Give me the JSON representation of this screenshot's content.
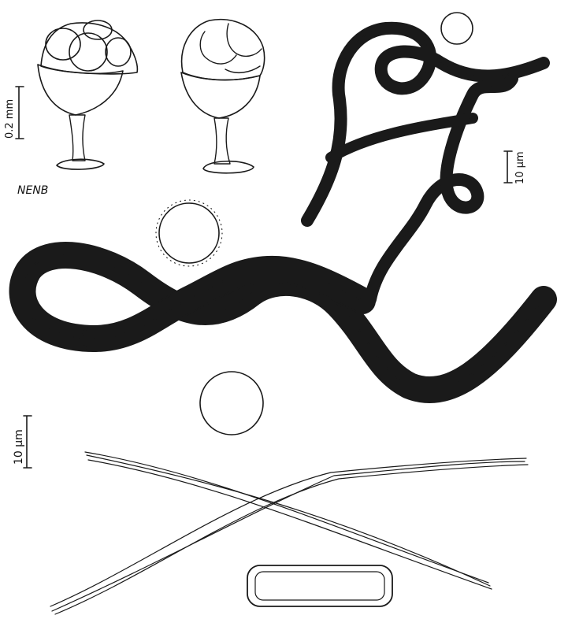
{
  "scale_bars": {
    "sporangium": "0.2 mm",
    "capillitium_large": "10 µm",
    "capillitium_upper": "10 µm"
  },
  "initials": "NENB",
  "colors": {
    "ink": "#1a1a1a",
    "paper": "#ffffff"
  }
}
